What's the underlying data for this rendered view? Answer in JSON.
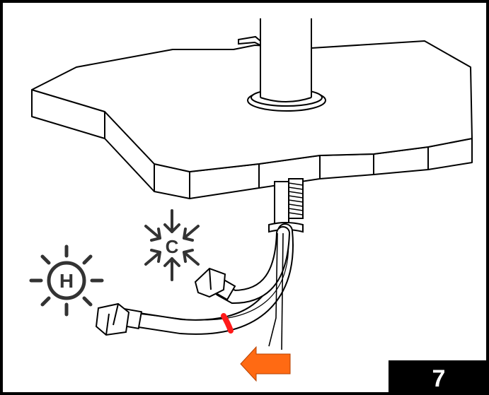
{
  "step_number": "7",
  "hot_symbol": {
    "icon": "hot-sun-icon",
    "letter": "H"
  },
  "cold_symbol": {
    "icon": "cold-snowflake-icon",
    "letter": "C"
  },
  "direction_arrow": {
    "icon": "arrow-left-icon",
    "color": "#ff6a13"
  },
  "marker_band_color": "#ff1a1a",
  "colors": {
    "line": "#000000",
    "background": "#ffffff"
  }
}
